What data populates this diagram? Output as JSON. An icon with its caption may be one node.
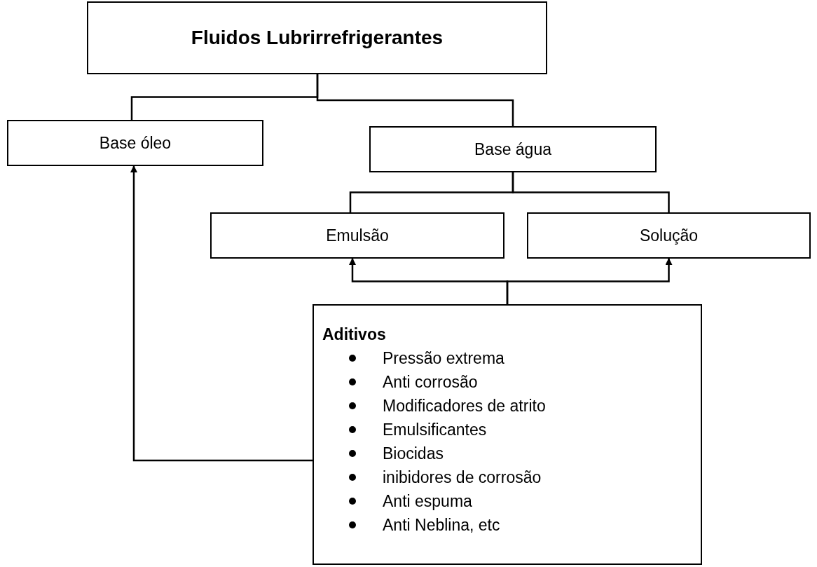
{
  "diagram": {
    "nodes": [
      {
        "text": [
          "Fluidos Lubrirrefrigerantes"
        ]
      },
      {
        "text": [
          "Base óleo"
        ]
      },
      {
        "text": [
          "Base água"
        ]
      },
      {
        "text": [
          "Emulsão"
        ]
      },
      {
        "text": [
          "Solução"
        ]
      },
      {
        "text": [
          "Aditivos",
          "Pressão extrema",
          "Anti corrosão",
          "Modificadores de atrito",
          "Emulsificantes",
          "Biocidas",
          "inibidores de corrosão",
          "Anti espuma",
          "Anti Neblina, etc"
        ]
      }
    ],
    "edges": [
      {
        "from": 0,
        "to": 1,
        "arrow": "none"
      },
      {
        "from": 0,
        "to": 2,
        "arrow": "none"
      },
      {
        "from": 2,
        "to": 3,
        "arrow": "none"
      },
      {
        "from": 2,
        "to": 4,
        "arrow": "none"
      },
      {
        "from": 5,
        "to": 3,
        "arrow": "to"
      },
      {
        "from": 5,
        "to": 4,
        "arrow": "to"
      },
      {
        "from": 5,
        "to": 1,
        "arrow": "to"
      }
    ]
  }
}
